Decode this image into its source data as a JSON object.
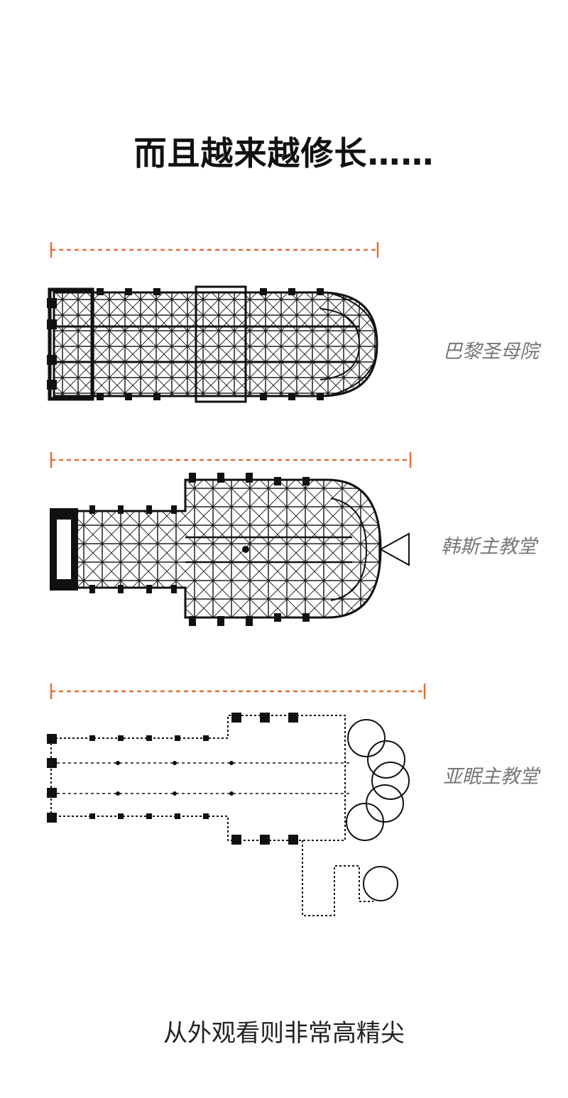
{
  "title": "而且越来越修长……",
  "caption": "从外观看则非常高精尖",
  "colors": {
    "scale_bar": "#e0703a",
    "plan_ink": "#111111",
    "label": "#777777"
  },
  "plans": [
    {
      "label": "巴黎圣母院"
    },
    {
      "label": "韩斯主教堂"
    },
    {
      "label": "亚眠主教堂"
    }
  ]
}
